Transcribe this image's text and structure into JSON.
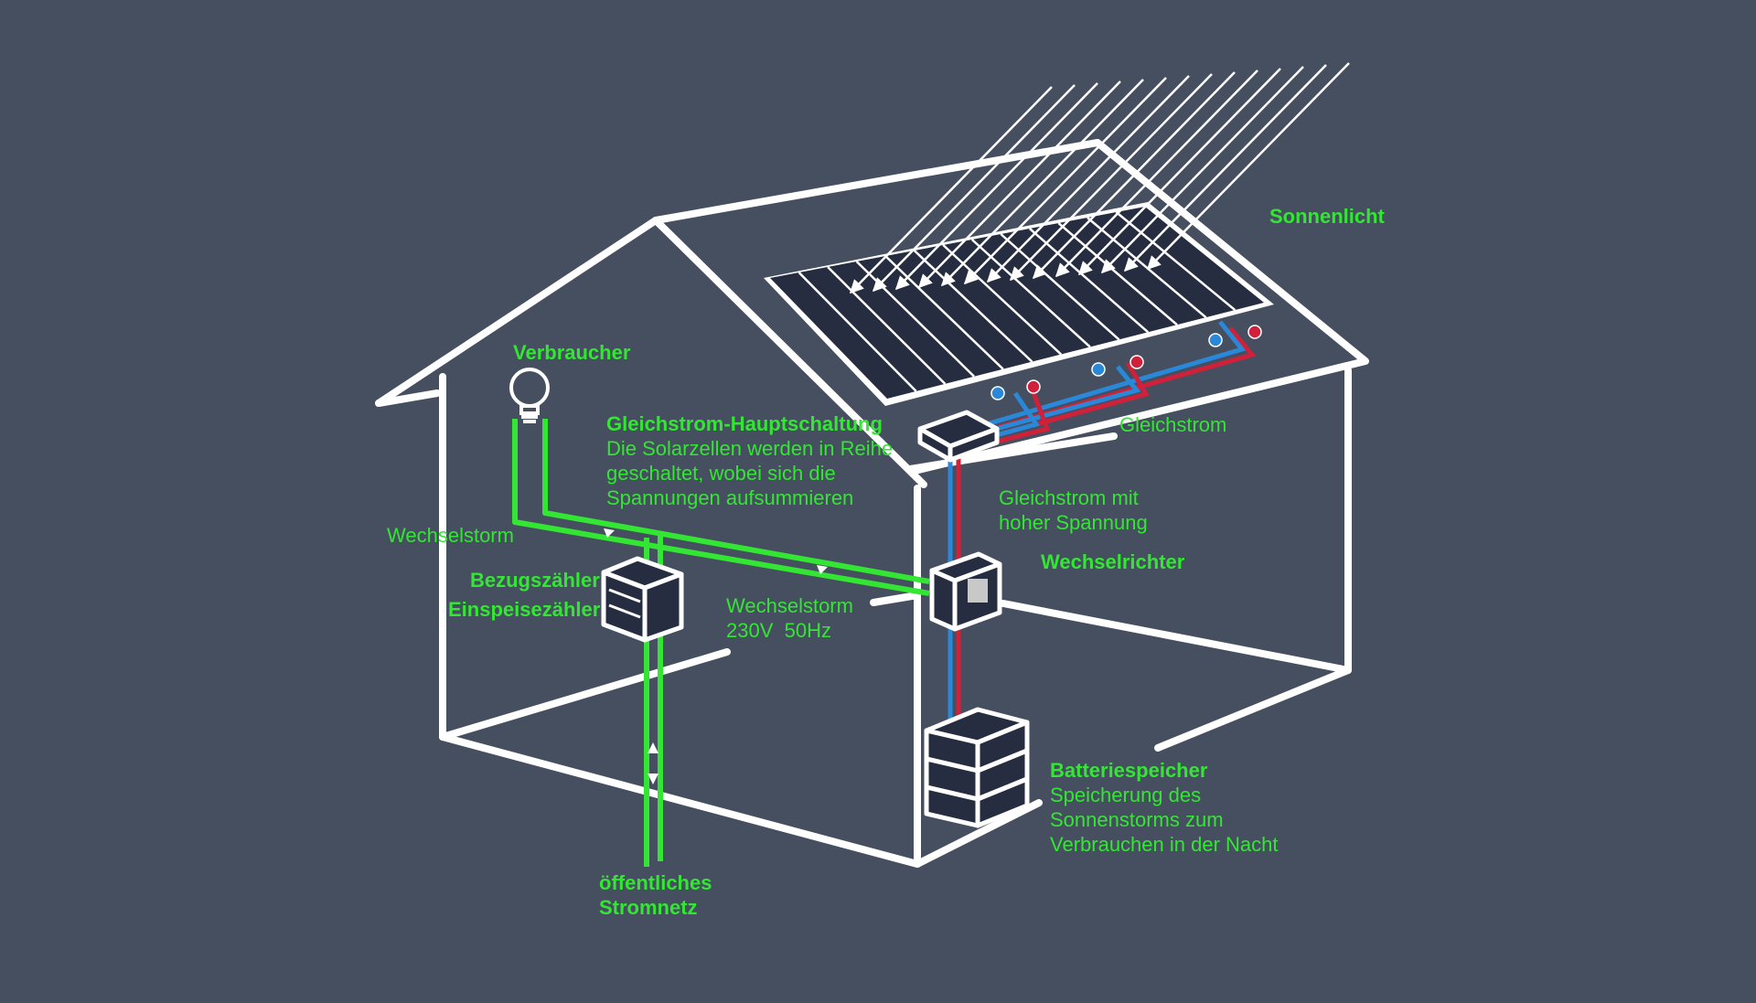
{
  "colors": {
    "background": "#464f5f",
    "outline": "#ffffff",
    "panel": "#262d40",
    "ac_line": "#33e633",
    "dc_positive": "#d0203a",
    "dc_negative": "#2a88d8"
  },
  "labels": {
    "sonnenlicht": "Sonnenlicht",
    "verbraucher": "Verbraucher",
    "gleichstrom_haupt_title": "Gleichstrom-Hauptschaltung",
    "gleichstrom_haupt_line1": "Die Solarzellen werden in Reihe",
    "gleichstrom_haupt_line2": "geschaltet, wobei sich die",
    "gleichstrom_haupt_line3": "Spannungen aufsummieren",
    "gleichstrom": "Gleichstrom",
    "gleichstrom_hoch_line1": "Gleichstrom mit",
    "gleichstrom_hoch_line2": "hoher Spannung",
    "wechselrichter": "Wechselrichter",
    "wechselstorm_left": "Wechselstorm",
    "bezugszaehler": "Bezugszähler",
    "einspeisezaehler": "Einspeisezähler",
    "wechselstorm_mid": "Wechselstorm",
    "spannung_frequenz": "230V  50Hz",
    "batteriespeicher_title": "Batteriespeicher",
    "batteriespeicher_line1": "Speicherung des",
    "batteriespeicher_line2": "Sonnenstorms zum",
    "batteriespeicher_line3": "Verbrauchen in der Nacht",
    "netz_line1": "öffentliches",
    "netz_line2": "Stromnetz"
  }
}
